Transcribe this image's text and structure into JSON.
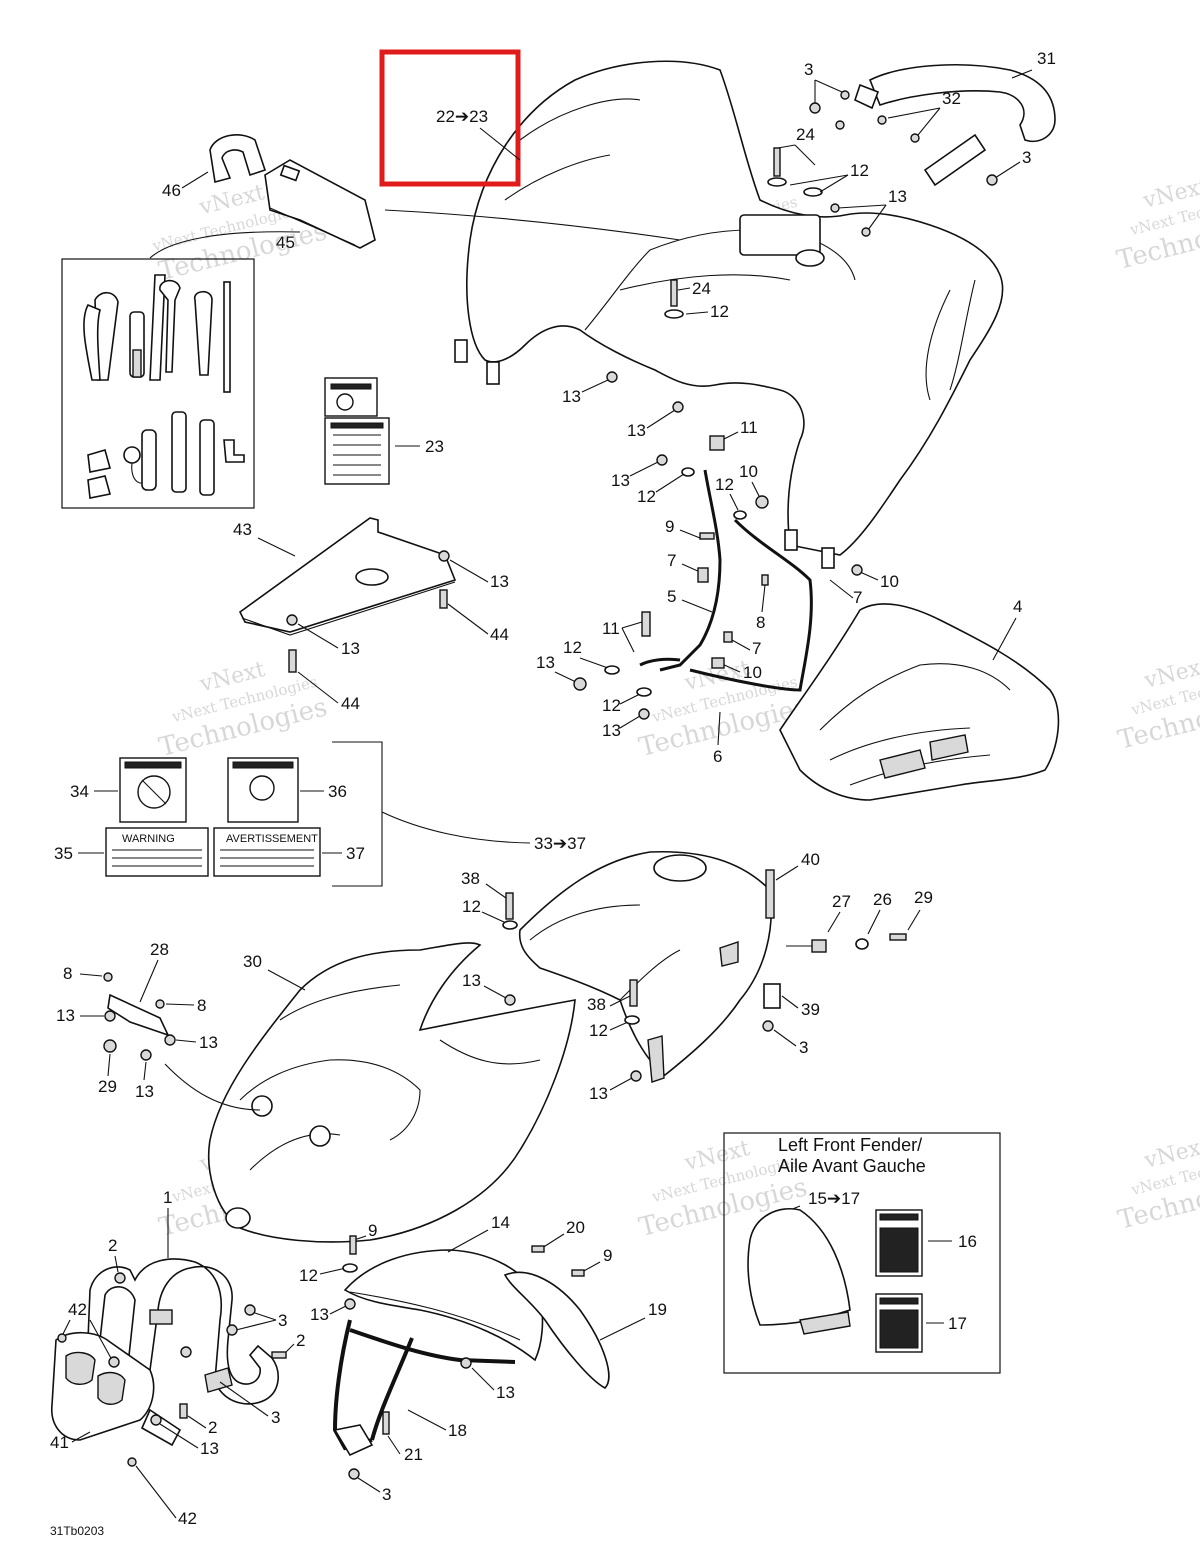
{
  "callouts": {
    "c22_23": "22➔23",
    "c31": "31",
    "c3a": "3",
    "c32": "32",
    "c3b": "3",
    "c24a": "24",
    "c12a": "12",
    "c13a": "13",
    "c46": "46",
    "c45": "45",
    "c24b": "24",
    "c12b": "12",
    "c13b": "13",
    "c13c": "13",
    "c23": "23",
    "c11a": "11",
    "c13d": "13",
    "c12c": "12",
    "c10a": "10",
    "c12d": "12",
    "c9a": "9",
    "c7a": "7",
    "c10b": "10",
    "c43": "43",
    "c13e": "13",
    "c5": "5",
    "c7b": "7",
    "c8a": "8",
    "c4": "4",
    "c44a": "44",
    "c13f": "13",
    "c11b": "11",
    "c12e": "12",
    "c7c": "7",
    "c13g": "13",
    "c10c": "10",
    "c12f": "12",
    "c44b": "44",
    "c13h": "13",
    "c6": "6",
    "c34": "34",
    "c36": "36",
    "c35": "35",
    "c37": "37",
    "c33_37": "33➔37",
    "c38a": "38",
    "c40": "40",
    "c12g": "12",
    "c27": "27",
    "c26": "26",
    "c29a": "29",
    "c28": "28",
    "c30": "30",
    "c8b": "8",
    "c13i": "13",
    "c8c": "8",
    "c13j": "13",
    "c13k": "13",
    "c29b": "29",
    "c13l": "13",
    "c38b": "38",
    "c39": "39",
    "c12h": "12",
    "c3c": "3",
    "c13m": "13",
    "c1": "1",
    "c2a": "2",
    "c9b": "9",
    "c14": "14",
    "c20": "20",
    "c12i": "12",
    "c9c": "9",
    "c42a": "42",
    "c3d": "3",
    "c13n": "13",
    "c2b": "2",
    "c19": "19",
    "c3e": "3",
    "c13o": "13",
    "c2c": "2",
    "c41": "41",
    "c13p": "13",
    "c18": "18",
    "c21": "21",
    "c42b": "42",
    "c3f": "3"
  },
  "inset": {
    "title_line1": "Left Front Fender/",
    "title_line2": "Aile Avant Gauche",
    "c15_17": "15➔17",
    "c16": "16",
    "c17": "17"
  },
  "decals": {
    "warning": "WARNING",
    "avertissement": "AVERTISSEMENT"
  },
  "watermark": {
    "line1": "vNext",
    "line2": "vNext Technologies",
    "line3": "Technologies"
  },
  "figure_code": "31Tb0203",
  "colors": {
    "highlight": "#e01b1b",
    "watermark": "#b8b8b8"
  }
}
